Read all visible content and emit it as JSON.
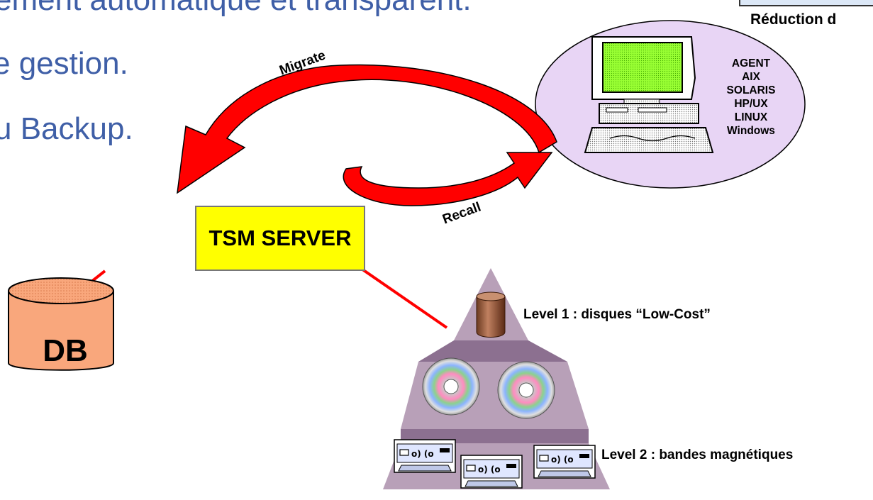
{
  "bullets": [
    "ement automatique et transparent.",
    "e gestion.",
    "u Backup."
  ],
  "top_right_label": "Réduction d",
  "server": {
    "label": "TSM SERVER"
  },
  "database": {
    "label": "DB"
  },
  "arrows": {
    "migrate": "Migrate",
    "recall": "Recall"
  },
  "client": {
    "os_list": [
      "AGENT",
      "AIX",
      "SOLARIS",
      "HP/UX",
      "LINUX",
      "Windows"
    ]
  },
  "storage": {
    "level1": "Level 1 : disques “Low-Cost”",
    "level2": "Level 2 : bandes magnétiques"
  },
  "colors": {
    "bullet_text": "#3f5fa7",
    "server_fill": "#ffff00",
    "arrow": "#ff0000",
    "client_ellipse": "#e8d5f5",
    "db_fill": "#f9a77c",
    "pyramid": "#b8a0b8",
    "connector": "#ff0000"
  }
}
